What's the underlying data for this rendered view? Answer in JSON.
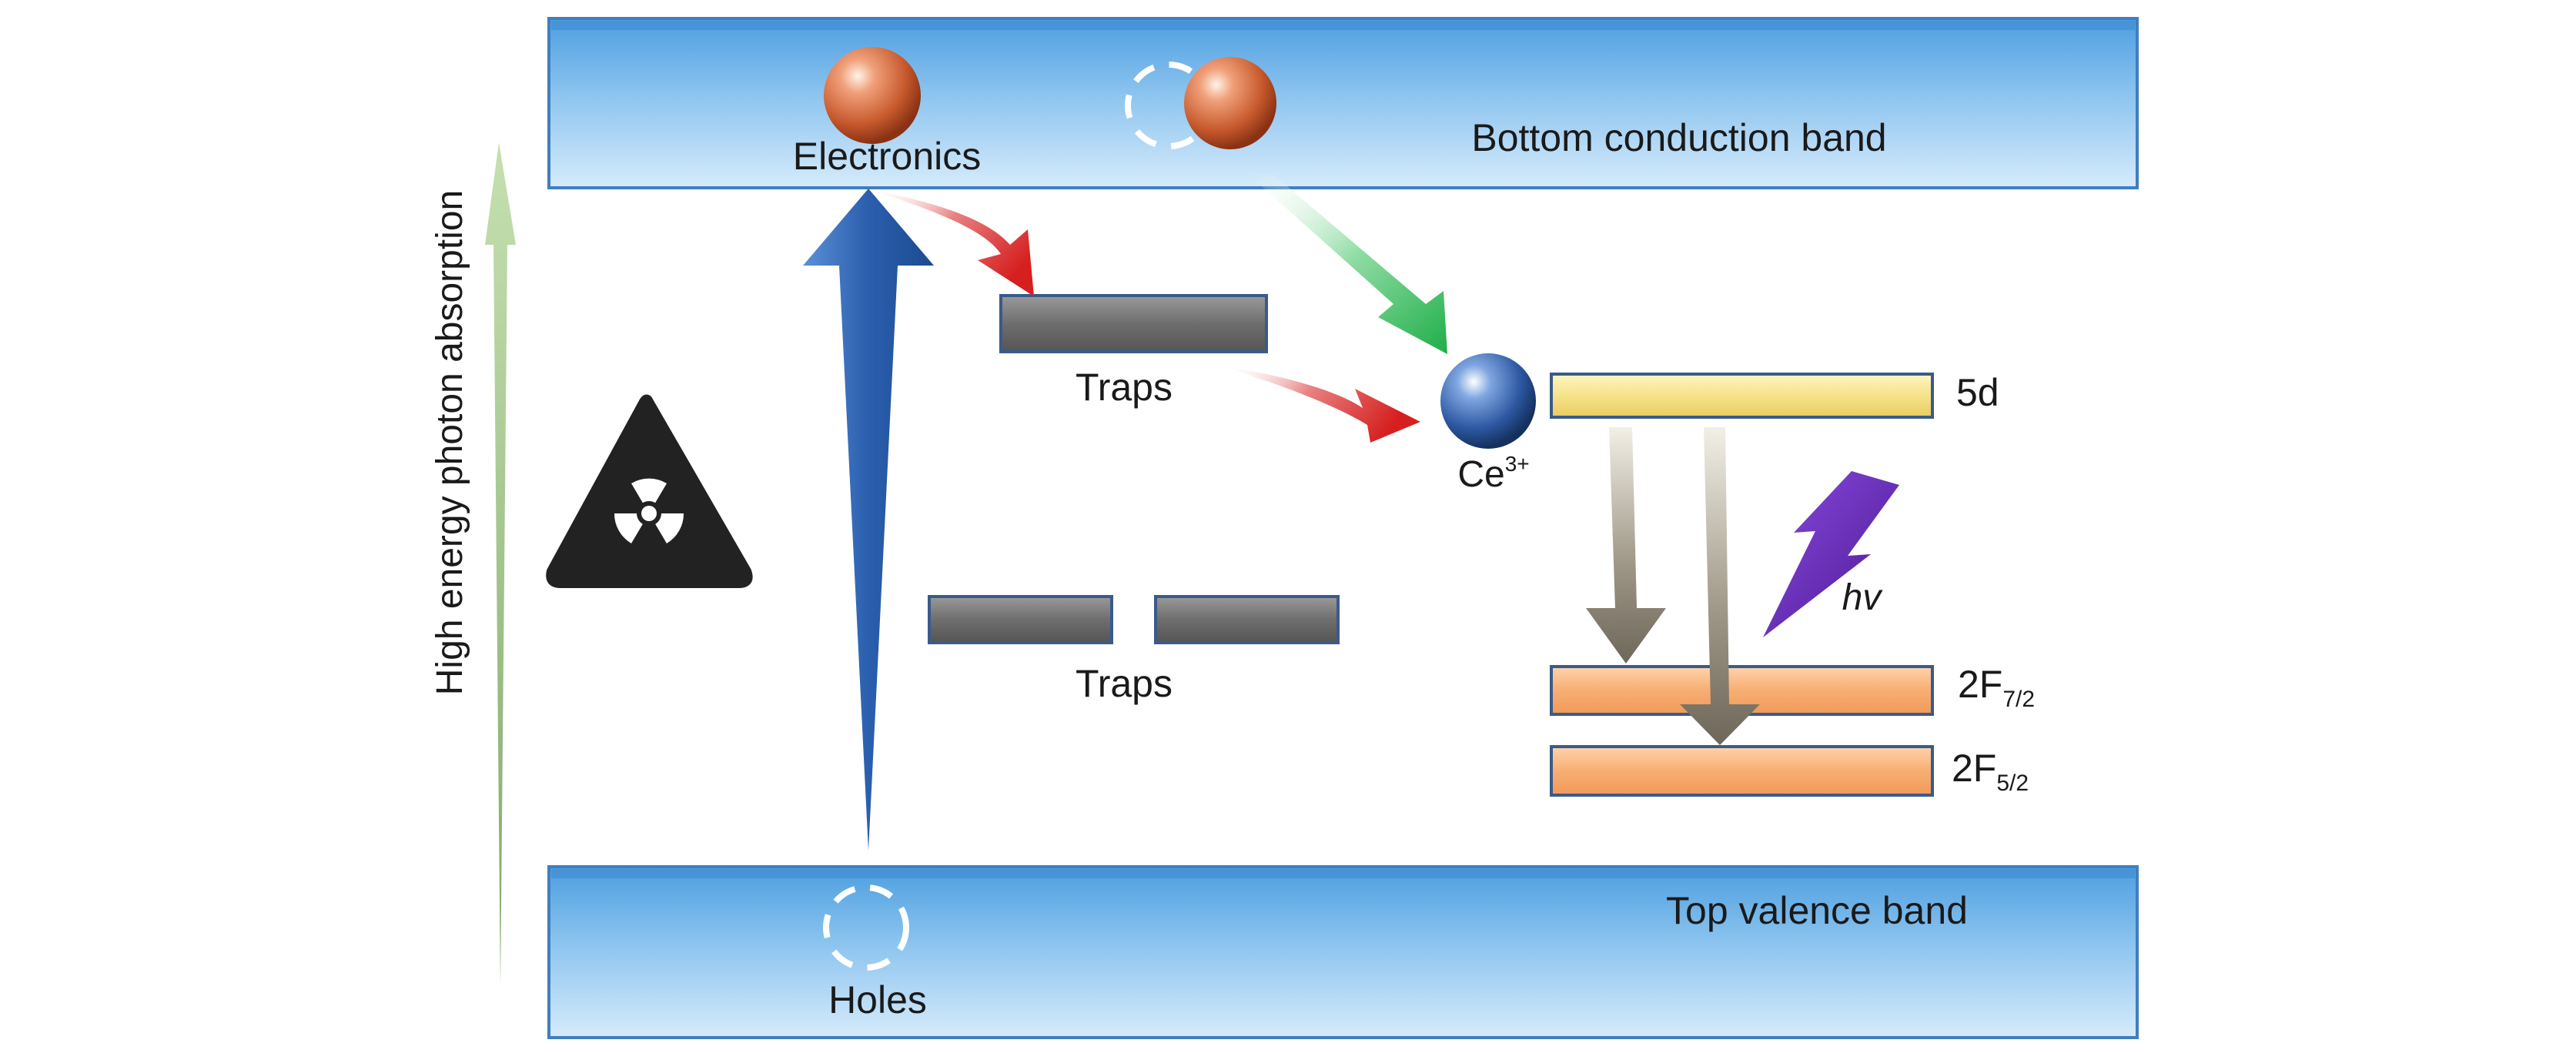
{
  "axis": {
    "label": "High energy photon absorption"
  },
  "conduction_band": {
    "label": "Bottom conduction band",
    "electrons_label": "Electronics"
  },
  "valence_band": {
    "label": "Top valence band",
    "holes_label": "Holes"
  },
  "traps": {
    "upper_label": "Traps",
    "lower_label": "Traps"
  },
  "cerium": {
    "label_base": "Ce",
    "label_sup": "3+"
  },
  "levels": {
    "d5": "5d",
    "f72_base": "2F",
    "f72_sub": "7/2",
    "f52_base": "2F",
    "f52_sub": "5/2"
  },
  "emission": {
    "label": "hv"
  },
  "icons": {
    "radiation": "radiation-hazard-icon",
    "photon": "lightning-bolt-icon"
  },
  "colors": {
    "band": "#8ec5f0",
    "trap": "#6b6b6b",
    "level_5d": "#f5e48a",
    "level_f": "#f5b27a",
    "electron": "#d06a3a",
    "cerium": "#2f5fa8",
    "arrow_red": "#d62828",
    "arrow_green": "#22b24c",
    "arrow_blue": "#2a5fae",
    "bolt": "#6a2bb0"
  }
}
